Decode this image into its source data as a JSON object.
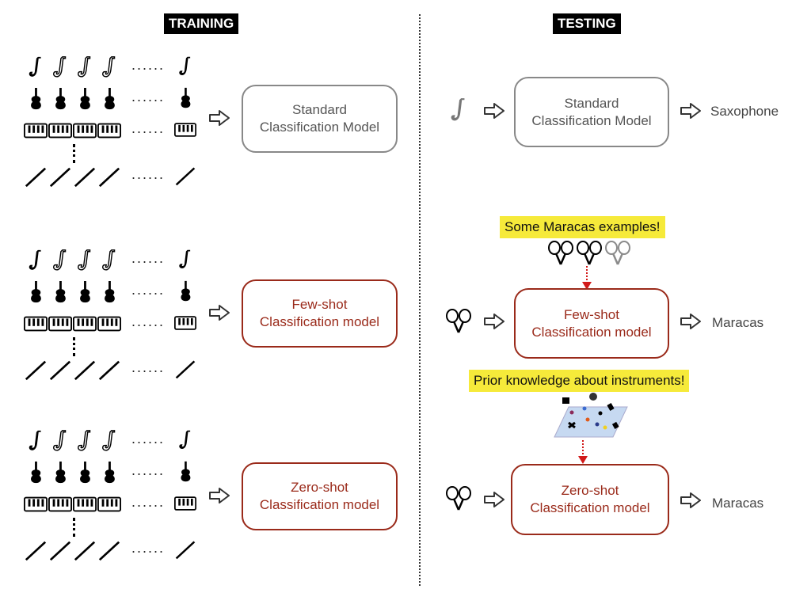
{
  "headers": {
    "training": "TRAINING",
    "testing": "TESTING"
  },
  "ellipsis": "......",
  "training_rows": [
    "saxophone-icon-row",
    "guitar-icon-row",
    "keyboard-icon-row",
    "flute-icon-row"
  ],
  "training_models": [
    {
      "line1": "Standard",
      "line2": "Classification Model"
    },
    {
      "line1": "Few-shot",
      "line2": "Classification model"
    },
    {
      "line1": "Zero-shot",
      "line2": "Classification model"
    }
  ],
  "testing": [
    {
      "line1": "Standard",
      "line2": "Classification Model",
      "output": "Saxophone"
    },
    {
      "line1": "Few-shot",
      "line2": "Classification model",
      "output": "Maracas"
    },
    {
      "line1": "Zero-shot",
      "line2": "Classification model",
      "output": "Maracas"
    }
  ],
  "notes": {
    "few_shot": "Some Maracas examples!",
    "zero_shot": "Prior knowledge about instruments!"
  },
  "colors": {
    "accent_red": "#9a2a1a",
    "note_yellow": "#f6ea3a",
    "arrow_red": "#d21a1a"
  }
}
